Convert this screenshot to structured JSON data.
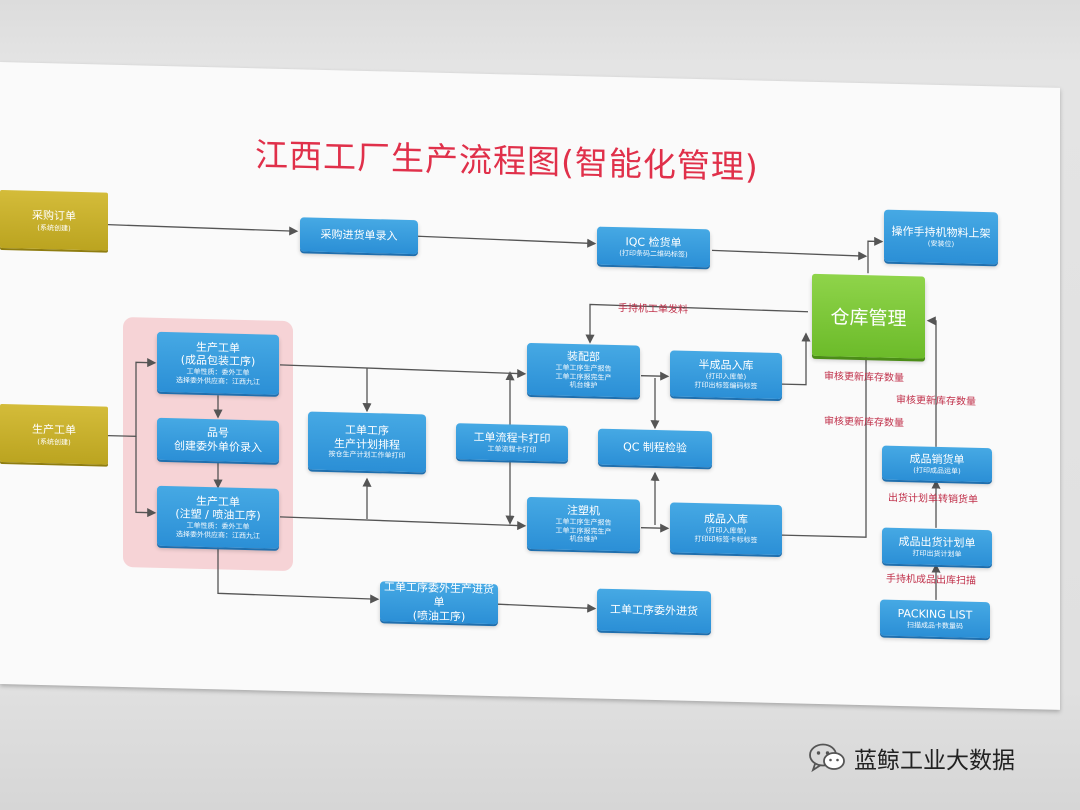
{
  "title": "江西工厂生产流程图(智能化管理)",
  "purchase_order": {
    "title": "采购订单",
    "sub": "(系统创建)"
  },
  "production_order_src": {
    "title": "生产工单",
    "sub": "(系统创建)"
  },
  "purchase_receipt": {
    "title": "采购进货单录入"
  },
  "iqc": {
    "title": "IQC 检货单",
    "sub": "(打印条码二维码标签)"
  },
  "pda_shelving": {
    "title": "操作手持机物料上架",
    "sub": "(安装位)"
  },
  "warehouse": {
    "title": "仓库管理"
  },
  "wo_packing": {
    "title": "生产工单",
    "line2": "(成品包装工序)",
    "sub1": "工单性质：委外工单",
    "sub2": "选择委外供应商：江西九江"
  },
  "item_no": {
    "title": "品号",
    "line2": "创建委外单价录入"
  },
  "wo_molding": {
    "title": "生产工单",
    "line2": "(注塑 / 喷油工序)",
    "sub1": "工单性质：委外工单",
    "sub2": "选择委外供应商：江西九江"
  },
  "scheduling": {
    "title": "工单工序",
    "line2": "生产计划排程",
    "sub": "按仓生产计划工作单打印"
  },
  "assembly": {
    "title": "装配部",
    "sub1": "工单工序生产报告",
    "sub2": "工单工序报完生产",
    "sub3": "机台维护"
  },
  "flow_card": {
    "title": "工单流程卡打印",
    "sub": "工单流程卡打印"
  },
  "semi_in": {
    "title": "半成品入库",
    "sub1": "(打印入库单)",
    "sub2": "打印出标签编码标签"
  },
  "qc": {
    "title": "QC 制程检验"
  },
  "injection": {
    "title": "注塑机",
    "sub1": "工单工序生产报告",
    "sub2": "工单工序报完生产",
    "sub3": "机台维护"
  },
  "fg_in": {
    "title": "成品入库",
    "sub1": "(打印入库单)",
    "sub2": "打印印标签卡标标签"
  },
  "outsource_delivery": {
    "title": "工单工序委外生产进货单",
    "line2": "(喷油工序)"
  },
  "outsource_receipt": {
    "title": "工单工序委外进货"
  },
  "sales_delivery": {
    "title": "成品销货单",
    "sub": "(打印成品运单)"
  },
  "ship_plan": {
    "title": "成品出货计划单",
    "sub": "打印出货计划单"
  },
  "packing_list": {
    "title": "PACKING LIST",
    "sub": "扫描成品卡数量码"
  },
  "labels": {
    "pda_issue": "手持机工单发料",
    "audit1": "审核更新库存数量",
    "audit2": "审核更新库存数量",
    "audit3": "审核更新库存数量",
    "ship_to_sales": "出货计划单转销货单",
    "pda_scan_out": "手持机成品出库扫描"
  },
  "watermark": {
    "text": "蓝鲸工业大数据",
    "icon": "wechat-icon"
  },
  "colors": {
    "blue": "#2b8fd6",
    "yellow": "#c9b22c",
    "green": "#7cc63a",
    "title_red": "#e0304a",
    "pink": "#f6d3d6"
  }
}
